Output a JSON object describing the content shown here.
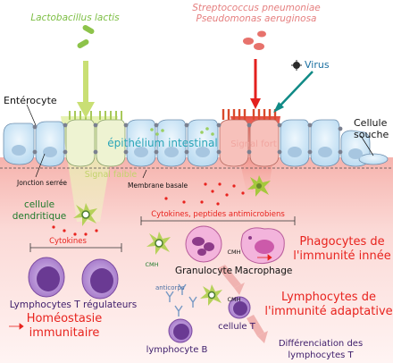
{
  "labels": {
    "lactobacillus": "Lactobacillus lactis",
    "pathogens_line1": "Streptococcus pneumoniae",
    "pathogens_line2": "Pseudomonas aeruginosa",
    "virus": "Virus",
    "enterocyte": "Entérocyte",
    "cellule_souche_1": "Cellule",
    "cellule_souche_2": "souche",
    "epithelium": "épithélium intestinal",
    "signal_fort": "Signal fort",
    "signal_faible": "Signal faible",
    "jonction": "Jonction serrée",
    "membrane": "Membrane basale",
    "dendritique_1": "cellule",
    "dendritique_2": "dendritique",
    "cytokines_peptides": "Cytokines, peptides antimicrobiens",
    "cytokines": "Cytokines",
    "cmh_1": "CMH",
    "cmh_2": "CMH",
    "cmh_3": "CMH",
    "granulocyte": "Granulocyte",
    "macrophage": "Macrophage",
    "phagocytes_1": "Phagocytes de",
    "phagocytes_2": "l'immunité innée",
    "lymph_treg": "Lymphocytes T régulateurs",
    "homeostasie_1": "Homéostasie",
    "homeostasie_2": "immunitaire",
    "anticorps": "anticorps",
    "lymph_adapt_1": "Lymphocytes de",
    "lymph_adapt_2": "l'immunité adaptative",
    "cellule_t": "cellule T",
    "lymphocyte_b": "lymphocyte B",
    "diff_1": "Différenciation des",
    "diff_2": "lymphocytes T"
  },
  "colors": {
    "red": "#e8231e",
    "green": "#7cbe43",
    "pink_text": "#e57f7f",
    "teal": "#118a87",
    "cyan_text": "#2aa5b7",
    "cell_blue": "#cfe6f7",
    "tissue": "#fbd7d4",
    "purple": "#8b50b0"
  }
}
